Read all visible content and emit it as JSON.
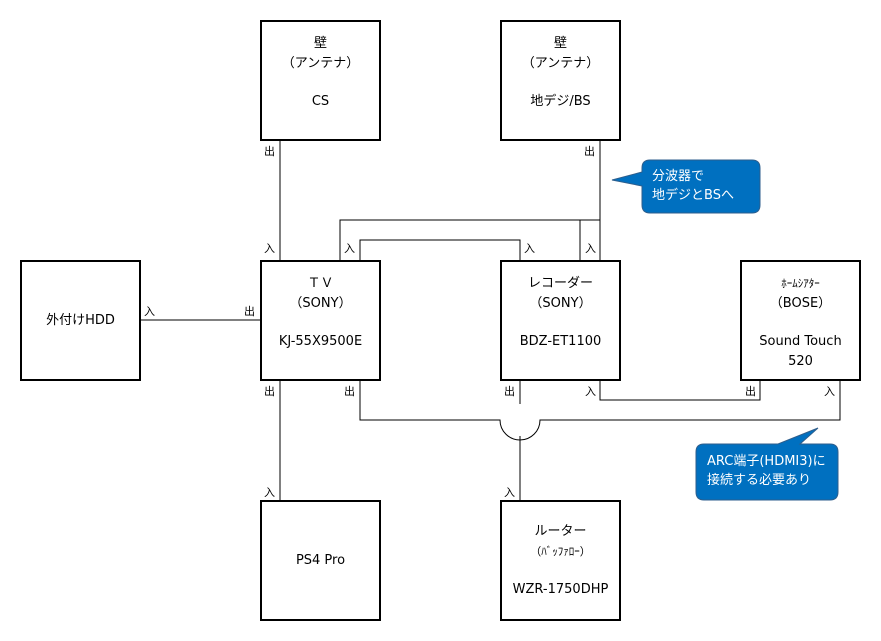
{
  "devices": {
    "wall_cs": {
      "lines": [
        "壁",
        "（アンテナ）",
        "CS"
      ]
    },
    "wall_bs": {
      "lines": [
        "壁",
        "（アンテナ）",
        "地デジ/BS"
      ]
    },
    "hdd": {
      "lines": [
        "外付けHDD"
      ]
    },
    "tv": {
      "lines": [
        "ＴＶ",
        "（SONY）",
        "KJ-55X9500E"
      ]
    },
    "recorder": {
      "lines": [
        "レコーダー",
        "（SONY）",
        "BDZ-ET1100"
      ]
    },
    "home_theater": {
      "lines": [
        "ﾎｰﾑｼｱﾀｰ",
        "（BOSE）",
        "Sound Touch",
        "520"
      ]
    },
    "ps4": {
      "lines": [
        "PS4 Pro"
      ]
    },
    "router": {
      "lines": [
        "ルーター",
        "（ﾊﾞｯﾌｧﾛｰ）",
        "WZR-1750DHP"
      ]
    }
  },
  "ports": {
    "out": "出",
    "in": "入"
  },
  "callouts": {
    "splitter": {
      "lines": [
        "分波器で",
        "地デジとBSへ"
      ]
    },
    "arc": {
      "lines": [
        "ARC端子(HDMI3)に",
        "接続する必要あり"
      ]
    }
  },
  "colors": {
    "callout_fill": "#0070C0",
    "callout_border": "#2E5E8C",
    "line": "#000000"
  }
}
